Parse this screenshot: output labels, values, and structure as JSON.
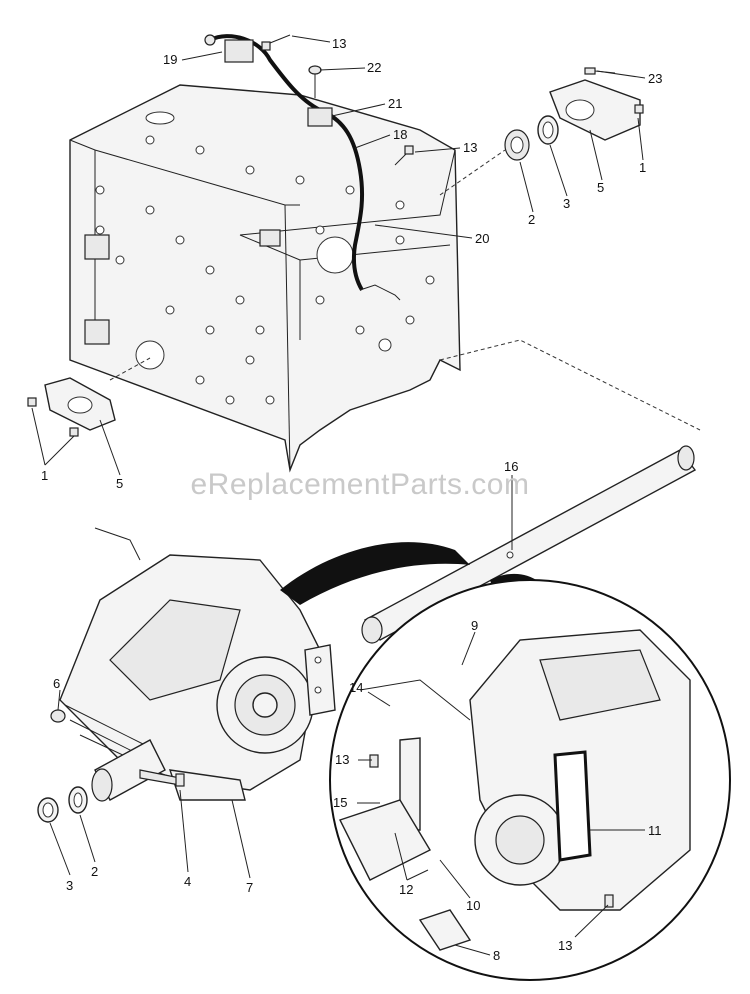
{
  "watermark": "eReplacementParts.com",
  "callouts": [
    {
      "id": "c13a",
      "text": "13"
    },
    {
      "id": "c19",
      "text": "19"
    },
    {
      "id": "c22",
      "text": "22"
    },
    {
      "id": "c21",
      "text": "21"
    },
    {
      "id": "c18",
      "text": "18"
    },
    {
      "id": "c13b",
      "text": "13"
    },
    {
      "id": "c20",
      "text": "20"
    },
    {
      "id": "c23",
      "text": "23"
    },
    {
      "id": "c1a",
      "text": "1"
    },
    {
      "id": "c5a",
      "text": "5"
    },
    {
      "id": "c3a",
      "text": "3"
    },
    {
      "id": "c2a",
      "text": "2"
    },
    {
      "id": "c1b",
      "text": "1"
    },
    {
      "id": "c5b",
      "text": "5"
    },
    {
      "id": "c16",
      "text": "16"
    },
    {
      "id": "c9",
      "text": "9"
    },
    {
      "id": "c14",
      "text": "14"
    },
    {
      "id": "c13c",
      "text": "13"
    },
    {
      "id": "c15",
      "text": "15"
    },
    {
      "id": "c11",
      "text": "11"
    },
    {
      "id": "c12",
      "text": "12"
    },
    {
      "id": "c10",
      "text": "10"
    },
    {
      "id": "c13d",
      "text": "13"
    },
    {
      "id": "c8",
      "text": "8"
    },
    {
      "id": "c6",
      "text": "6"
    },
    {
      "id": "c3b",
      "text": "3"
    },
    {
      "id": "c2b",
      "text": "2"
    },
    {
      "id": "c4",
      "text": "4"
    },
    {
      "id": "c7",
      "text": "7"
    }
  ]
}
